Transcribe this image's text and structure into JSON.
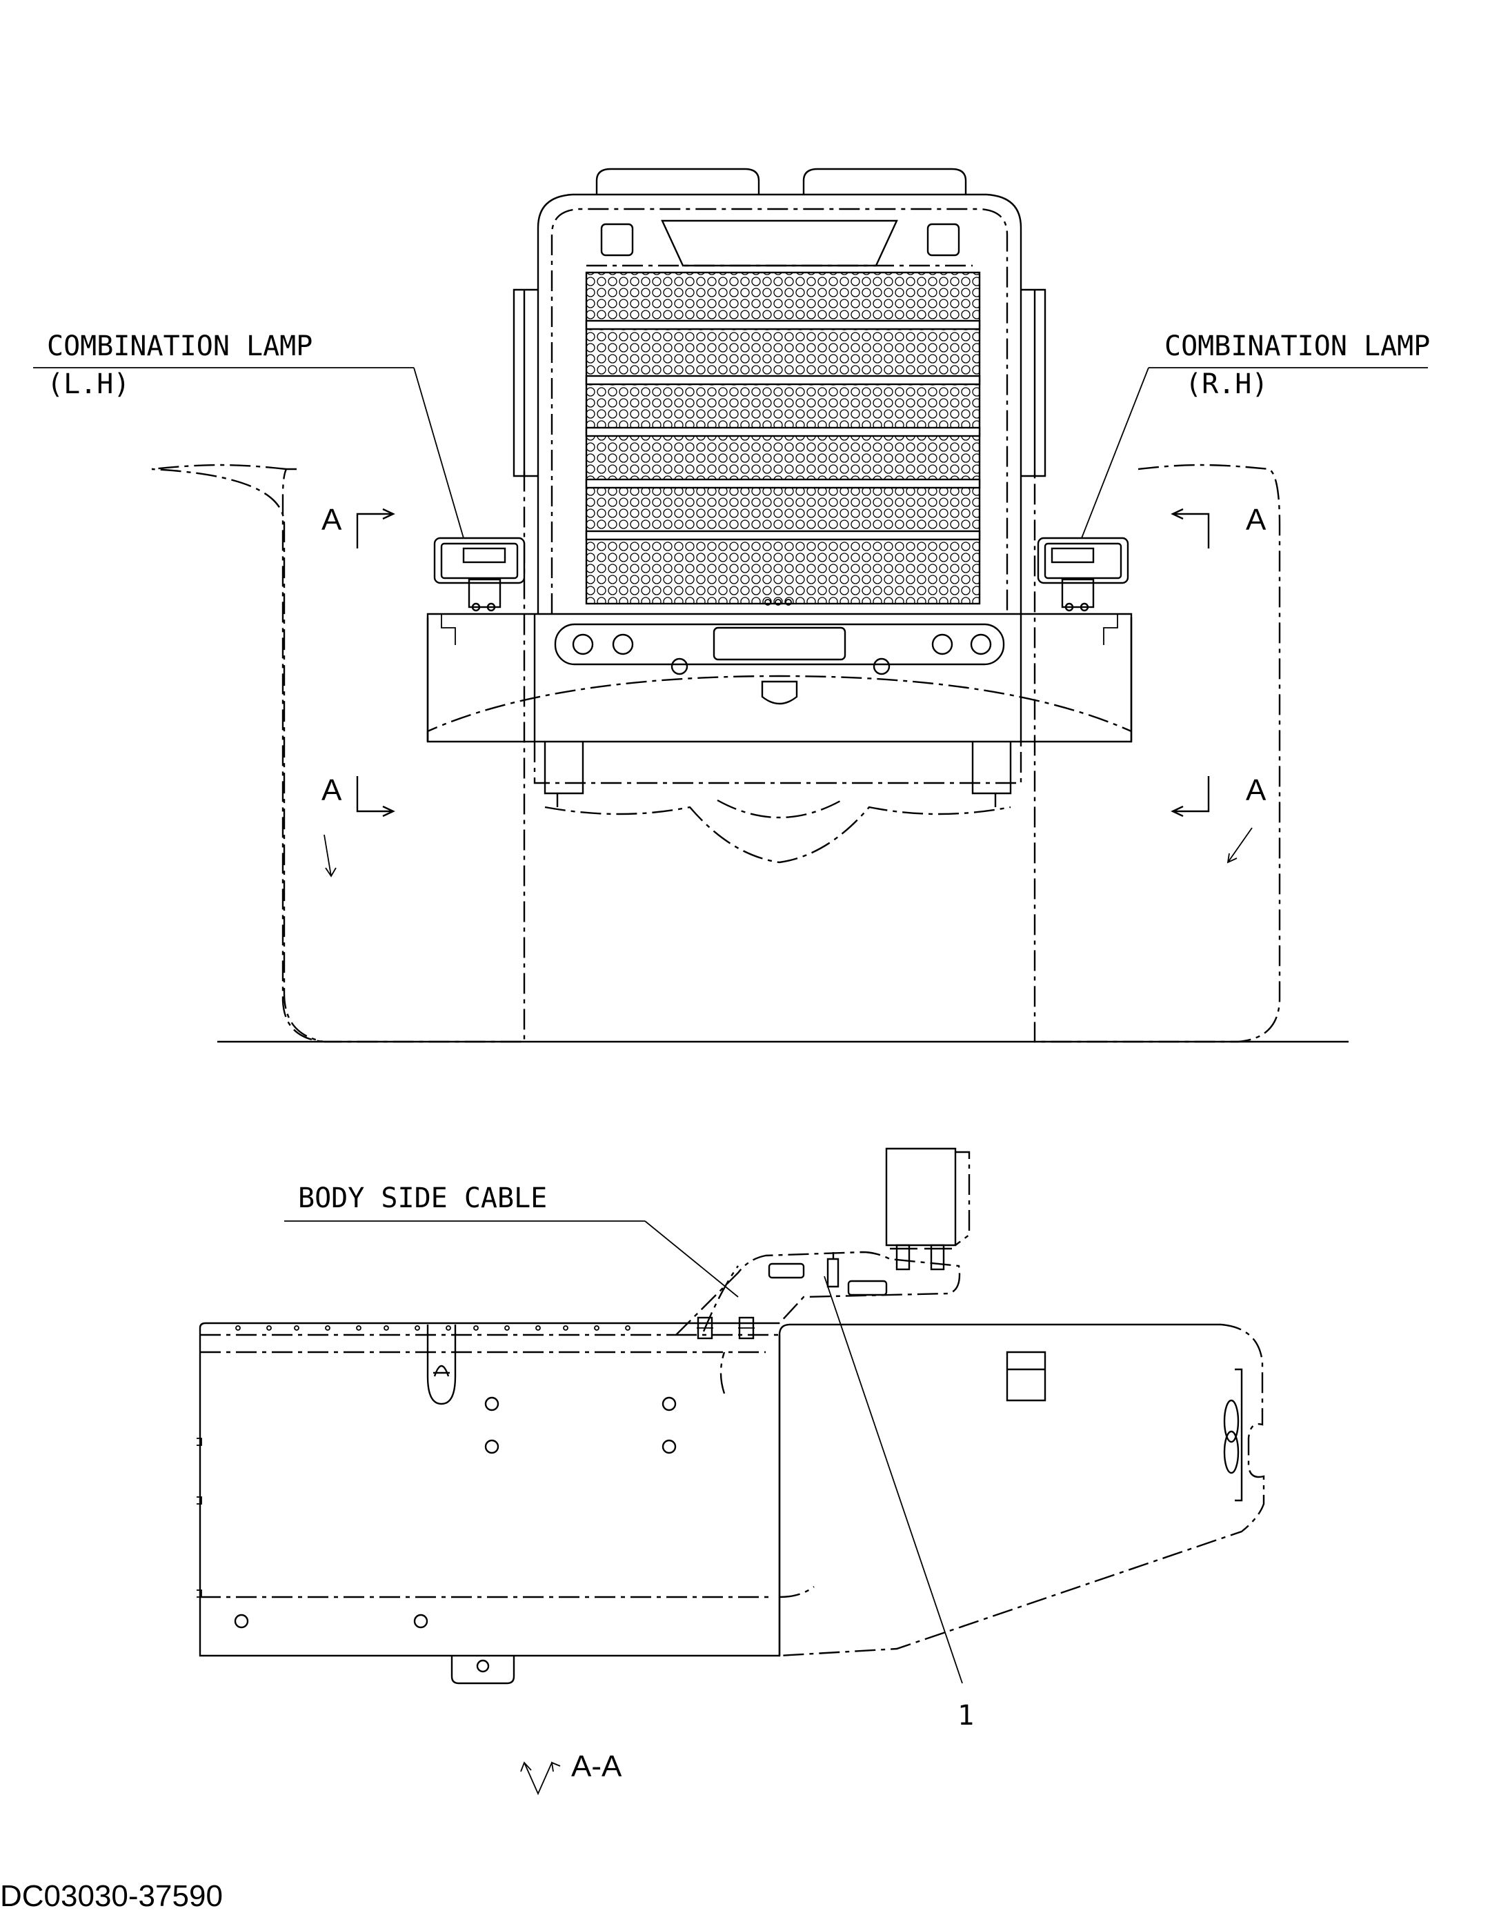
{
  "labels": {
    "combination_lamp_lh": "COMBINATION LAMP",
    "lh_suffix": "(L.H)",
    "combination_lamp_rh": "COMBINATION LAMP",
    "rh_suffix": "(R.H)",
    "body_side_cable": "BODY SIDE CABLE",
    "item_1": "1",
    "section_a_top_left": "A",
    "section_a_top_right": "A",
    "section_a_bottom_left": "A",
    "section_a_bottom_right": "A",
    "section_view": "A-A",
    "drawing_code": "DC03030-37590"
  }
}
